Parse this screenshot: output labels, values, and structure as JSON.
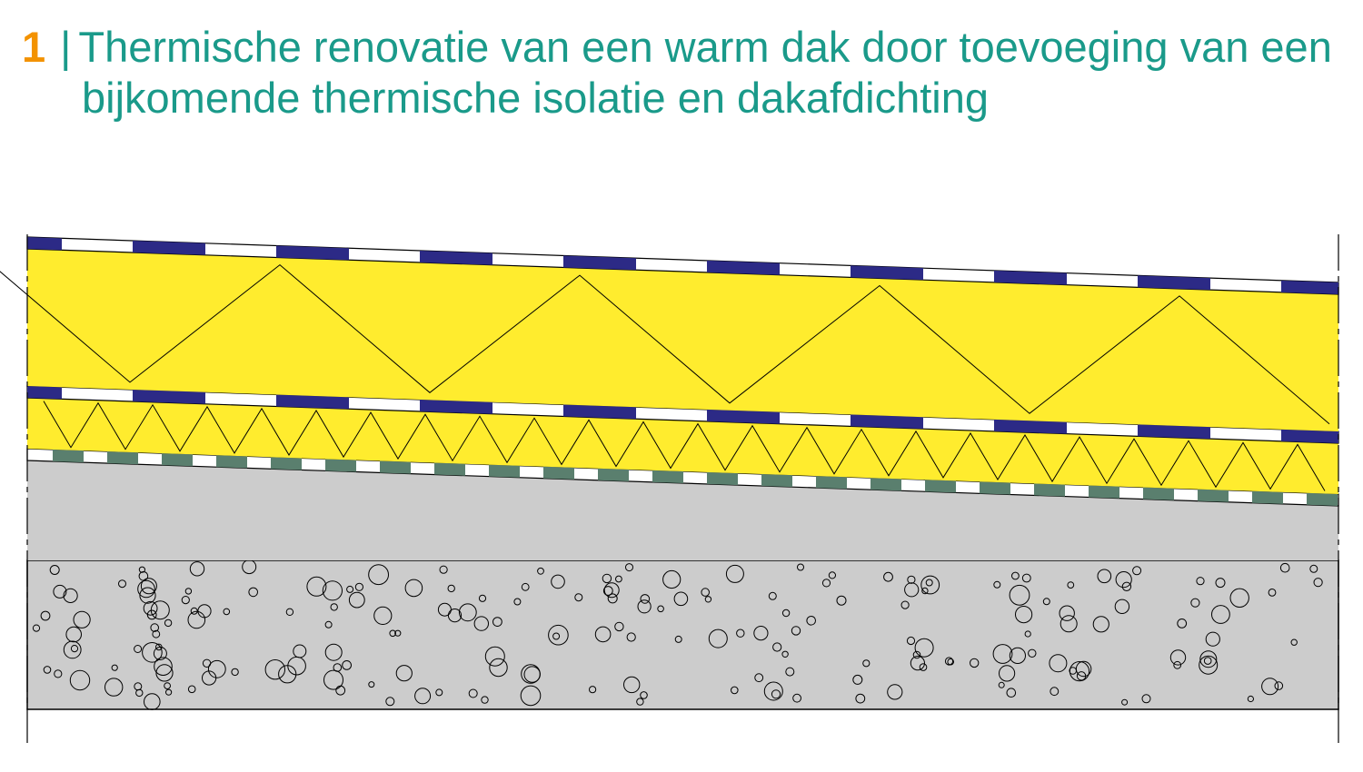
{
  "title": {
    "number": "1",
    "separator": "|",
    "line1": "Thermische renovatie van een warm dak door toevoeging van een",
    "line2": "bijkomende thermische isolatie en dakafdichting"
  },
  "colors": {
    "number": "#f39200",
    "title_text": "#1a9a8a",
    "insulation": "#ffec2e",
    "membrane_dark": "#2c2a86",
    "vapour_barrier": "#5a7f6e",
    "screed": "#cccccc",
    "concrete": "#cccccc",
    "outline": "#000000"
  }
}
